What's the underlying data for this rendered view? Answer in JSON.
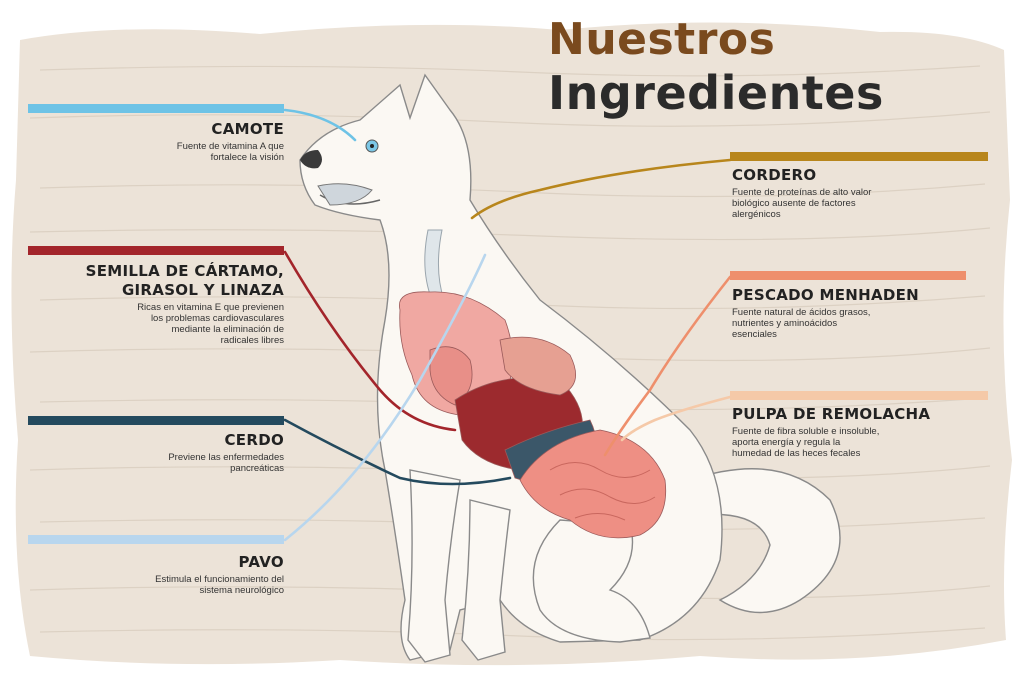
{
  "title": {
    "line1": "Nuestros",
    "line2": "Ingredientes"
  },
  "colors": {
    "camote": "#6ec3e6",
    "semilla": "#a3252b",
    "cerdo": "#244a5e",
    "pavo": "#b8d6ee",
    "cordero": "#b8861c",
    "pescado": "#ee8f6c",
    "remolacha": "#f5c9a8",
    "title_brown": "#7a4a1e"
  },
  "ingredients": [
    {
      "id": "camote",
      "name": "CAMOTE",
      "desc": [
        "Fuente de vitamina A que",
        "fortalece la visión"
      ]
    },
    {
      "id": "semilla",
      "name": "SEMILLA DE CÁRTAMO,",
      "name2": "GIRASOL Y LINAZA",
      "desc": [
        "Ricas en vitamina E que previenen",
        "los problemas cardiovasculares",
        "mediante la eliminación de",
        "radicales libres"
      ]
    },
    {
      "id": "cerdo",
      "name": "CERDO",
      "desc": [
        "Previene las enfermedades",
        "pancreáticas"
      ]
    },
    {
      "id": "pavo",
      "name": "PAVO",
      "desc": [
        "Estimula el funcionamiento del",
        "sistema neurológico"
      ]
    },
    {
      "id": "cordero",
      "name": "CORDERO",
      "desc": [
        "Fuente de proteínas de alto valor",
        "biológico ausente de factores",
        "alergénicos"
      ]
    },
    {
      "id": "pescado",
      "name": "PESCADO MENHADEN",
      "desc": [
        "Fuente natural de ácidos grasos,",
        "nutrientes y aminoácidos",
        "esenciales"
      ]
    },
    {
      "id": "remolacha",
      "name": "PULPA DE REMOLACHA",
      "desc": [
        "Fuente de fibra soluble e insoluble,",
        "aporta energía y regula la",
        "humedad de las heces fecales"
      ]
    }
  ]
}
